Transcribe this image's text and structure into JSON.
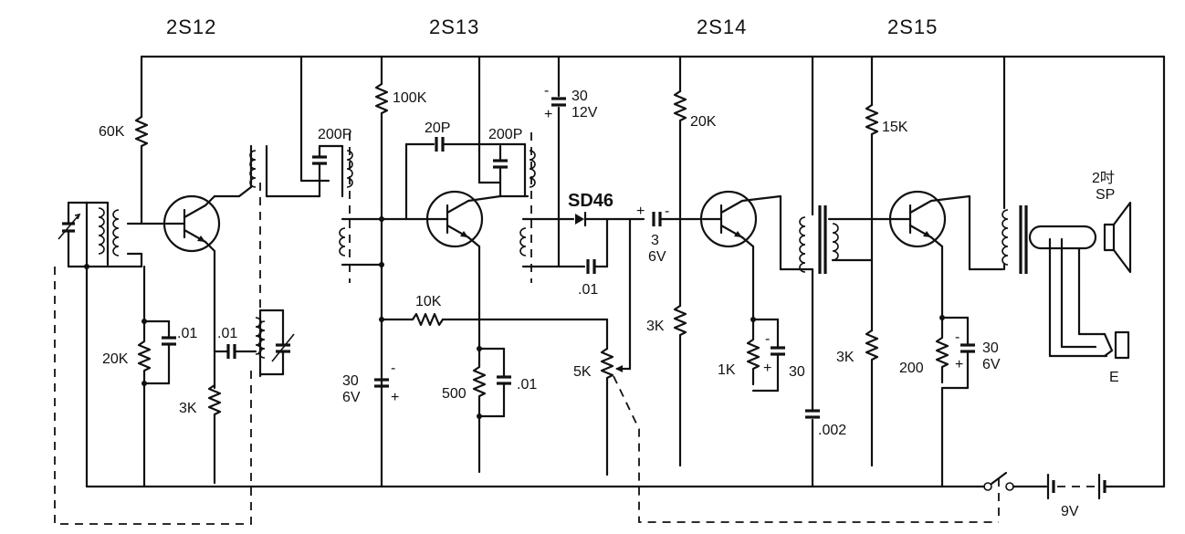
{
  "diagram": {
    "transistors": {
      "t1": "2S12",
      "t2": "2S13",
      "t3": "2S14",
      "t4": "2S15"
    },
    "diode": "SD46",
    "speaker": {
      "line1": "2吋",
      "line2": "SP"
    },
    "earphone": "E",
    "battery": "9V",
    "components": {
      "r_60k": "60K",
      "r_20k_a": "20K",
      "c_01_a": ".01",
      "c_01_b": ".01",
      "r_3k_a": "3K",
      "c_200p_a": "200P",
      "r_100k": "100K",
      "c_20p": "20P",
      "c_200p_b": "200P",
      "c_30_top_a": "30",
      "c_30_top_b": "12V",
      "r_10k": "10K",
      "c_30_mid_a": "30",
      "c_30_mid_b": "6V",
      "r_500": "500",
      "c_01_c": ".01",
      "c_01_d": ".01",
      "r_5k": "5K",
      "c_3_a": "3",
      "c_3_b": "6V",
      "r_20k_b": "20K",
      "r_3k_b": "3K",
      "r_1k": "1K",
      "c_30_d": "30",
      "c_002": ".002",
      "r_15k": "15K",
      "r_3k_c": "3K",
      "r_200": "200",
      "c_30_e_a": "30",
      "c_30_e_b": "6V"
    },
    "polarity": {
      "plus": "+",
      "minus": "-"
    }
  }
}
